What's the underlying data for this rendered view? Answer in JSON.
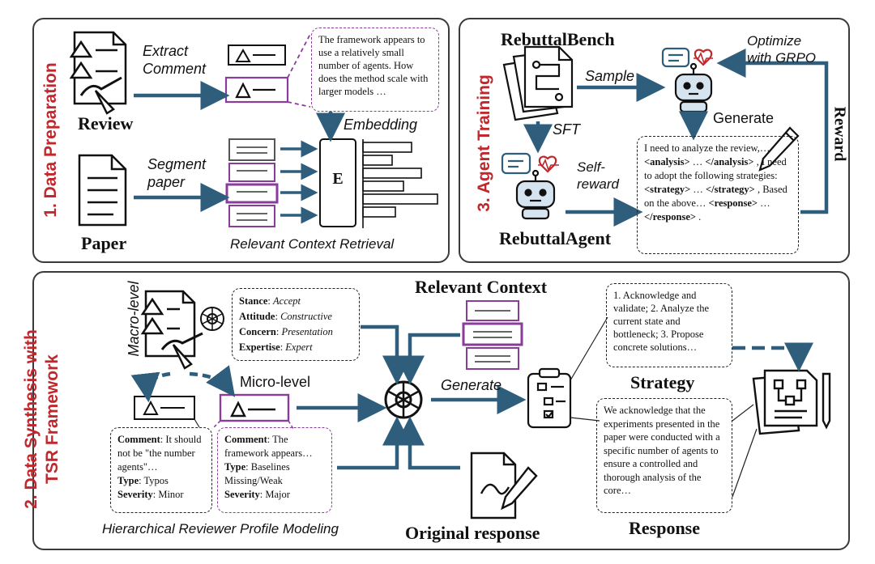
{
  "sections": {
    "data_prep": "1. Data Preparation",
    "agent_training": "3. Agent Training",
    "data_synthesis_line1": "2. Data Synthesis with",
    "data_synthesis_line2": "TSR Framework"
  },
  "prep": {
    "extract_comment": "Extract\nComment",
    "review": "Review",
    "paper": "Paper",
    "segment_paper": "Segment\npaper",
    "embedding": "Embedding",
    "embedder_label": "E",
    "retrieval": "Relevant Context Retrieval",
    "comment_text": "The framework appears to use a relatively small number of agents. How does the method scale with larger models …"
  },
  "training": {
    "bench": "RebuttalBench",
    "sample": "Sample",
    "optimize": "Optimize\nwith GRPO",
    "generate": "Generate",
    "sft": "SFT",
    "self_reward": "Self-\nreward",
    "agent": "RebuttalAgent",
    "reward": "Reward",
    "output": {
      "t1": "I need to analyze the review,… ",
      "tag1": "<analysis>",
      "t2": " … ",
      "tag2": "</analysis>",
      "t3": " , I need to adopt the following strategies: ",
      "tag3": "<strategy>",
      "t4": " … ",
      "tag4": "</strategy>",
      "t5": " , Based on the above… ",
      "tag5": "<response>",
      "t6": " … ",
      "tag6": "</response>",
      "t7": " ."
    }
  },
  "synthesis": {
    "macro_level": "Macro-level",
    "micro_level": "Micro-level",
    "relevant_context": "Relevant Context",
    "generate": "Generate",
    "strategy": "Strategy",
    "response_label": "Response",
    "original_response": "Original response",
    "hierarchical": "Hierarchical Reviewer Profile Modeling",
    "macro": {
      "stance_k": "Stance",
      "stance_v": "Accept",
      "attitude_k": "Attitude",
      "attitude_v": "Constructive",
      "concern_k": "Concern",
      "concern_v": "Presentation",
      "expertise_k": "Expertise",
      "expertise_v": "Expert"
    },
    "comment1": {
      "comment_k": "Comment",
      "comment_v": "It should not be \"the number agents\"…",
      "type_k": "Type",
      "type_v": "Typos",
      "severity_k": "Severity",
      "severity_v": "Minor"
    },
    "comment2": {
      "comment_k": "Comment",
      "comment_v": "The framework appears…",
      "type_k": "Type",
      "type_v": "Baselines Missing/Weak",
      "severity_k": "Severity",
      "severity_v": "Major"
    },
    "strategy_text": "1. Acknowledge and validate; 2. Analyze the current state and bottleneck; 3. Propose concrete solutions…",
    "response_text": "We acknowledge that the experiments presented in the paper were conducted with a specific number of agents to ensure a controlled and thorough analysis of the core…"
  },
  "colors": {
    "arrow": "#2f5e7c",
    "purple": "#8a3c9b",
    "red": "#c0282d"
  }
}
